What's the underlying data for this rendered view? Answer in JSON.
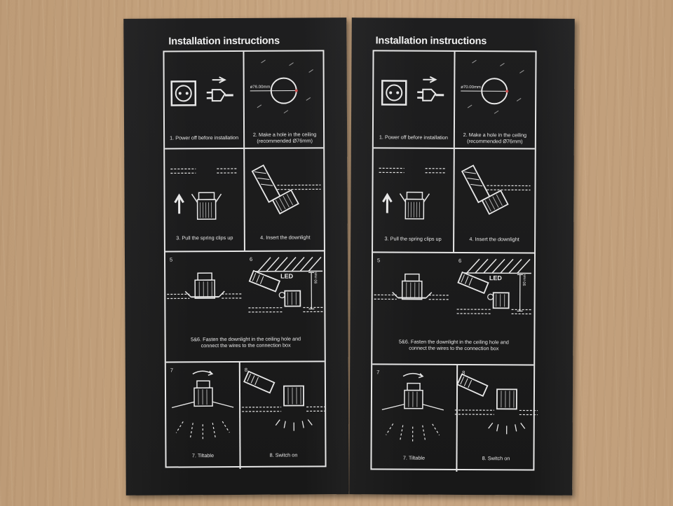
{
  "scene": {
    "description_boxes": 2
  },
  "panel": {
    "title": "Installation instructions",
    "steps": [
      {
        "num": "",
        "caption": "1. Power off before installation"
      },
      {
        "num": "",
        "caption": "2. Make a hole in the ceiling (recommended Ø76mm)",
        "dimension": "ø76.00mm"
      },
      {
        "num": "",
        "caption": "3. Pull the spring clips up"
      },
      {
        "num": "",
        "caption": "4. Insert the downlight"
      },
      {
        "num": "5",
        "caption": ""
      },
      {
        "num": "6",
        "caption": "",
        "led_label": "LED",
        "height_label": "90 mm"
      },
      {
        "num": "",
        "caption": "5&6. Fasten the downlight in the ceiling hole and connect the wires to the connection box"
      },
      {
        "num": "7",
        "caption": "7. Tiltable"
      },
      {
        "num": "8",
        "caption": "8. Switch on"
      }
    ],
    "box2_dimension": "ø70.00mm"
  },
  "colors": {
    "box": "#1b1b1c",
    "lines": "#e6e6e6",
    "table": "#c4a27d"
  }
}
